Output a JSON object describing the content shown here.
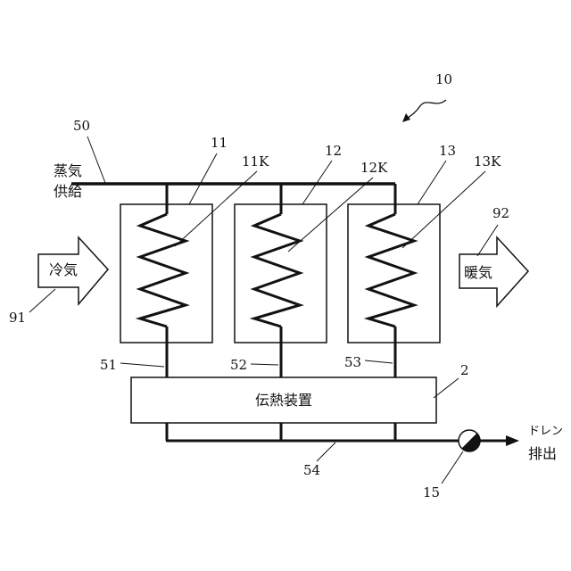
{
  "diagram": {
    "system_ref": "10",
    "steam_line": {
      "ref": "50",
      "label_line1": "蒸気",
      "label_line2": "供給"
    },
    "heaters": [
      {
        "ref": "11",
        "coil_ref": "11K",
        "pipe_ref": "51"
      },
      {
        "ref": "12",
        "coil_ref": "12K",
        "pipe_ref": "52"
      },
      {
        "ref": "13",
        "coil_ref": "13K",
        "pipe_ref": "53"
      }
    ],
    "cold_air": {
      "ref": "91",
      "label": "冷気"
    },
    "warm_air": {
      "ref": "92",
      "label": "暖気"
    },
    "heat_transfer_device": {
      "ref": "2",
      "label": "伝熱装置"
    },
    "drain_line": {
      "ref": "54"
    },
    "trap": {
      "ref": "15"
    },
    "drain_outlet": {
      "label_line1": "ドレン",
      "label_line2": "排出"
    },
    "colors": {
      "stroke": "#111111",
      "background": "#ffffff"
    }
  }
}
